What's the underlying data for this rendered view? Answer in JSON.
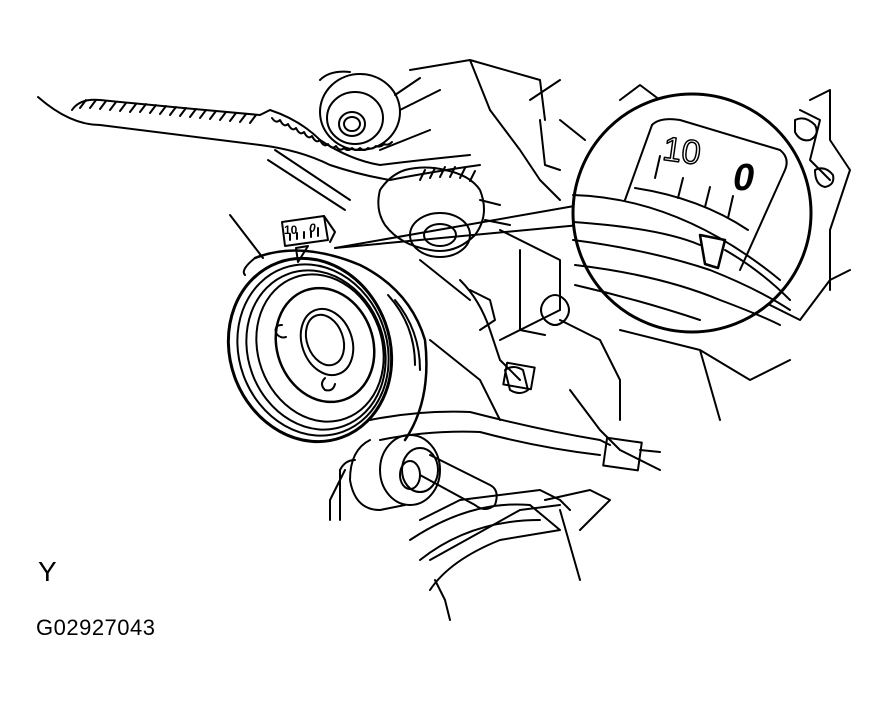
{
  "figure": {
    "type": "technical-illustration",
    "subject": "crankshaft pulley timing mark alignment",
    "view_label": "Y",
    "figure_id": "G02927043",
    "timing_scale_small": {
      "label_left": "10",
      "label_right": "0"
    },
    "timing_scale_magnified": {
      "label_left": "10",
      "label_right": "0"
    },
    "colors": {
      "line": "#000000",
      "background": "#ffffff"
    }
  }
}
